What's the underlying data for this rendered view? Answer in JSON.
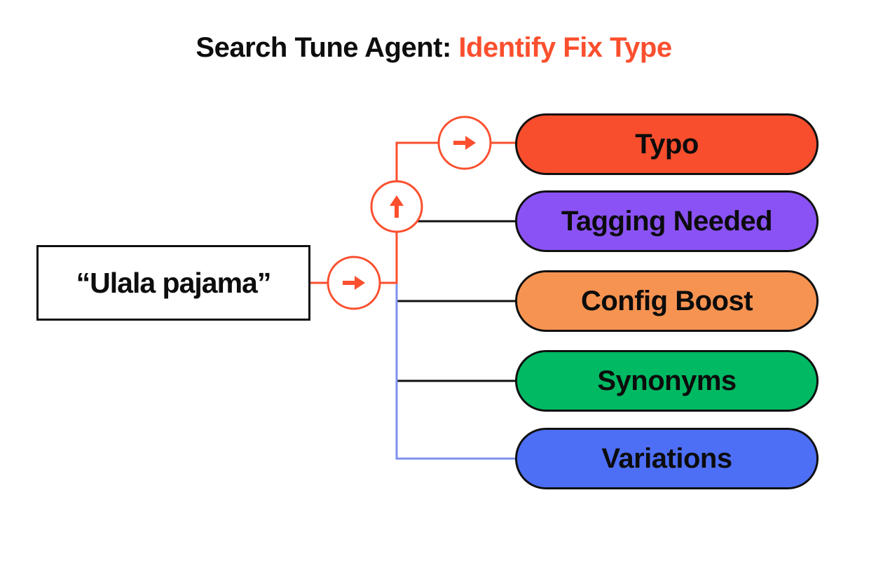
{
  "title": {
    "prefix": "Search Tune Agent: ",
    "highlight": "Identify Fix Type"
  },
  "query_box": {
    "text": "“Ulala pajama”"
  },
  "colors": {
    "accent": "#FB4F2E",
    "line_black": "#111111",
    "line_blue": "#7E92EF",
    "circle_fill": "#ffffff"
  },
  "nodes": [
    {
      "label": "Typo",
      "color": "#F94E2D"
    },
    {
      "label": "Tagging Needed",
      "color": "#8A52F5"
    },
    {
      "label": "Config Boost",
      "color": "#F79351"
    },
    {
      "label": "Synonyms",
      "color": "#00B963"
    },
    {
      "label": "Variations",
      "color": "#4D6FF6"
    }
  ],
  "connector_nodes": [
    {
      "icon": "arrow-right-icon"
    },
    {
      "icon": "arrow-up-icon"
    },
    {
      "icon": "arrow-right-icon"
    }
  ]
}
